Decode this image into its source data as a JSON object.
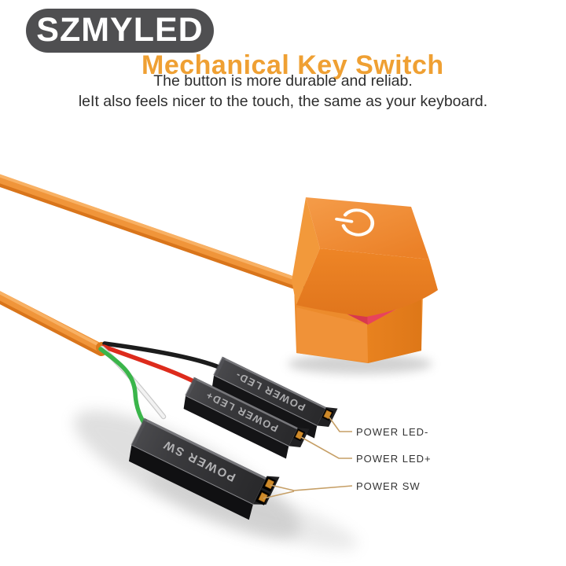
{
  "brand": {
    "logo_text": "SZMYLED"
  },
  "header": {
    "title": "Mechanical Key Switch",
    "description_line1": "The button is more durable and reliab.",
    "description_line2": "leIt also feels nicer to the touch, the same as your keyboard."
  },
  "illustration": {
    "keycap_symbol_icon": "power-icon",
    "connector_prints": {
      "led_minus": "POWER LED-",
      "led_plus": "POWER LED+",
      "sw": "POWER SW"
    },
    "callouts": [
      {
        "label": "POWER LED-"
      },
      {
        "label": "POWER LED+"
      },
      {
        "label": "POWER SW"
      }
    ],
    "colors": {
      "cable_orange": "#F09133",
      "keycap_orange": "#F0913A",
      "switch_pink": "#E8435C",
      "wire_green": "#3AB54A",
      "wire_white": "#F2F2F2",
      "wire_white_edge": "#C9C9C9",
      "wire_red": "#DD2B1C",
      "wire_black": "#1C1C1C",
      "connector_body": "#323234",
      "connector_text": "#ACACAE",
      "pin_gold": "#CE8A2A",
      "callout_line": "#C69F66",
      "title_orange": "#EFA033",
      "logo_bg": "#4F4F51"
    }
  }
}
